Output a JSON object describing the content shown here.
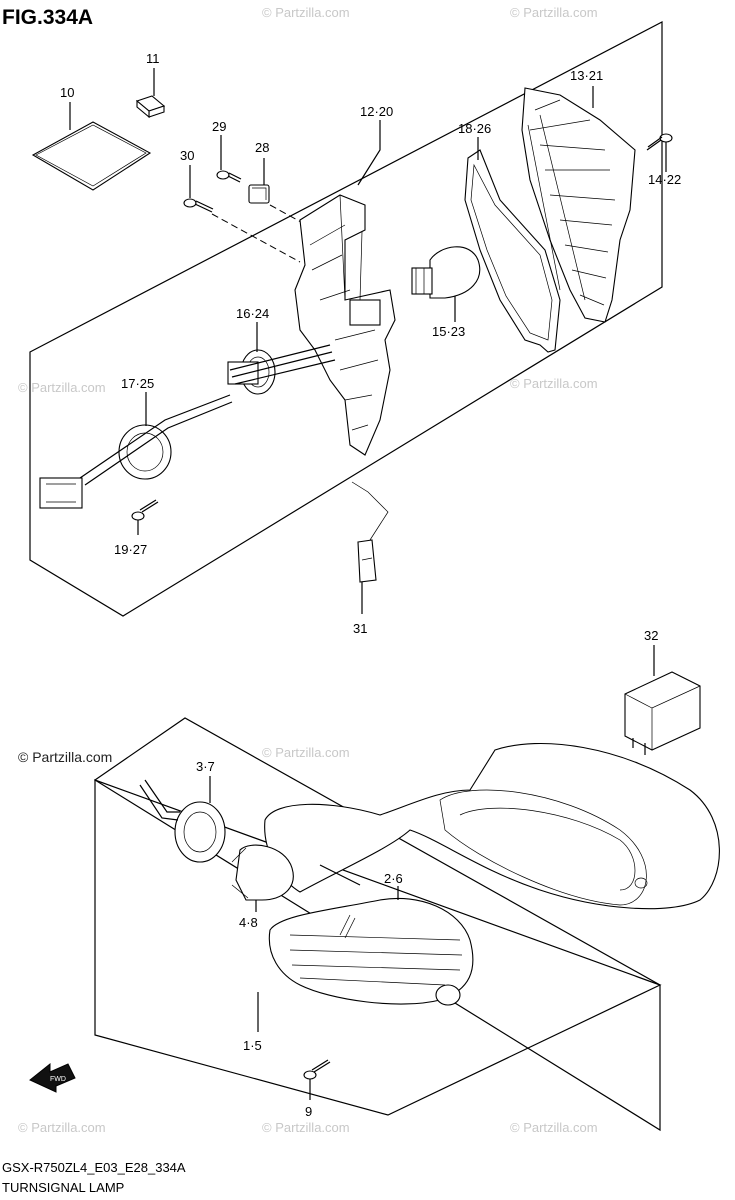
{
  "figure": {
    "title": "FIG.334A"
  },
  "footer": {
    "model_code": "GSX-R750ZL4_E03_E28_334A",
    "caption": "TURNSIGNAL LAMP"
  },
  "watermark": {
    "text": "© Partzilla.com",
    "main_text": "© Partzilla.com"
  },
  "labels": {
    "p10": "10",
    "p11": "11",
    "p29": "29",
    "p30": "30",
    "p28": "28",
    "p12_20": "12·20",
    "p18_26": "18·26",
    "p13_21": "13·21",
    "p14_22": "14·22",
    "p15_23": "15·23",
    "p16_24": "16·24",
    "p17_25": "17·25",
    "p19_27": "19·27",
    "p31": "31",
    "p32": "32",
    "p3_7": "3·7",
    "p2_6": "2·6",
    "p4_8": "4·8",
    "p1_5": "1·5",
    "p9": "9"
  },
  "icons": {
    "front_arrow": "fwd-arrow-icon",
    "front_arrow_text": "FWD"
  }
}
